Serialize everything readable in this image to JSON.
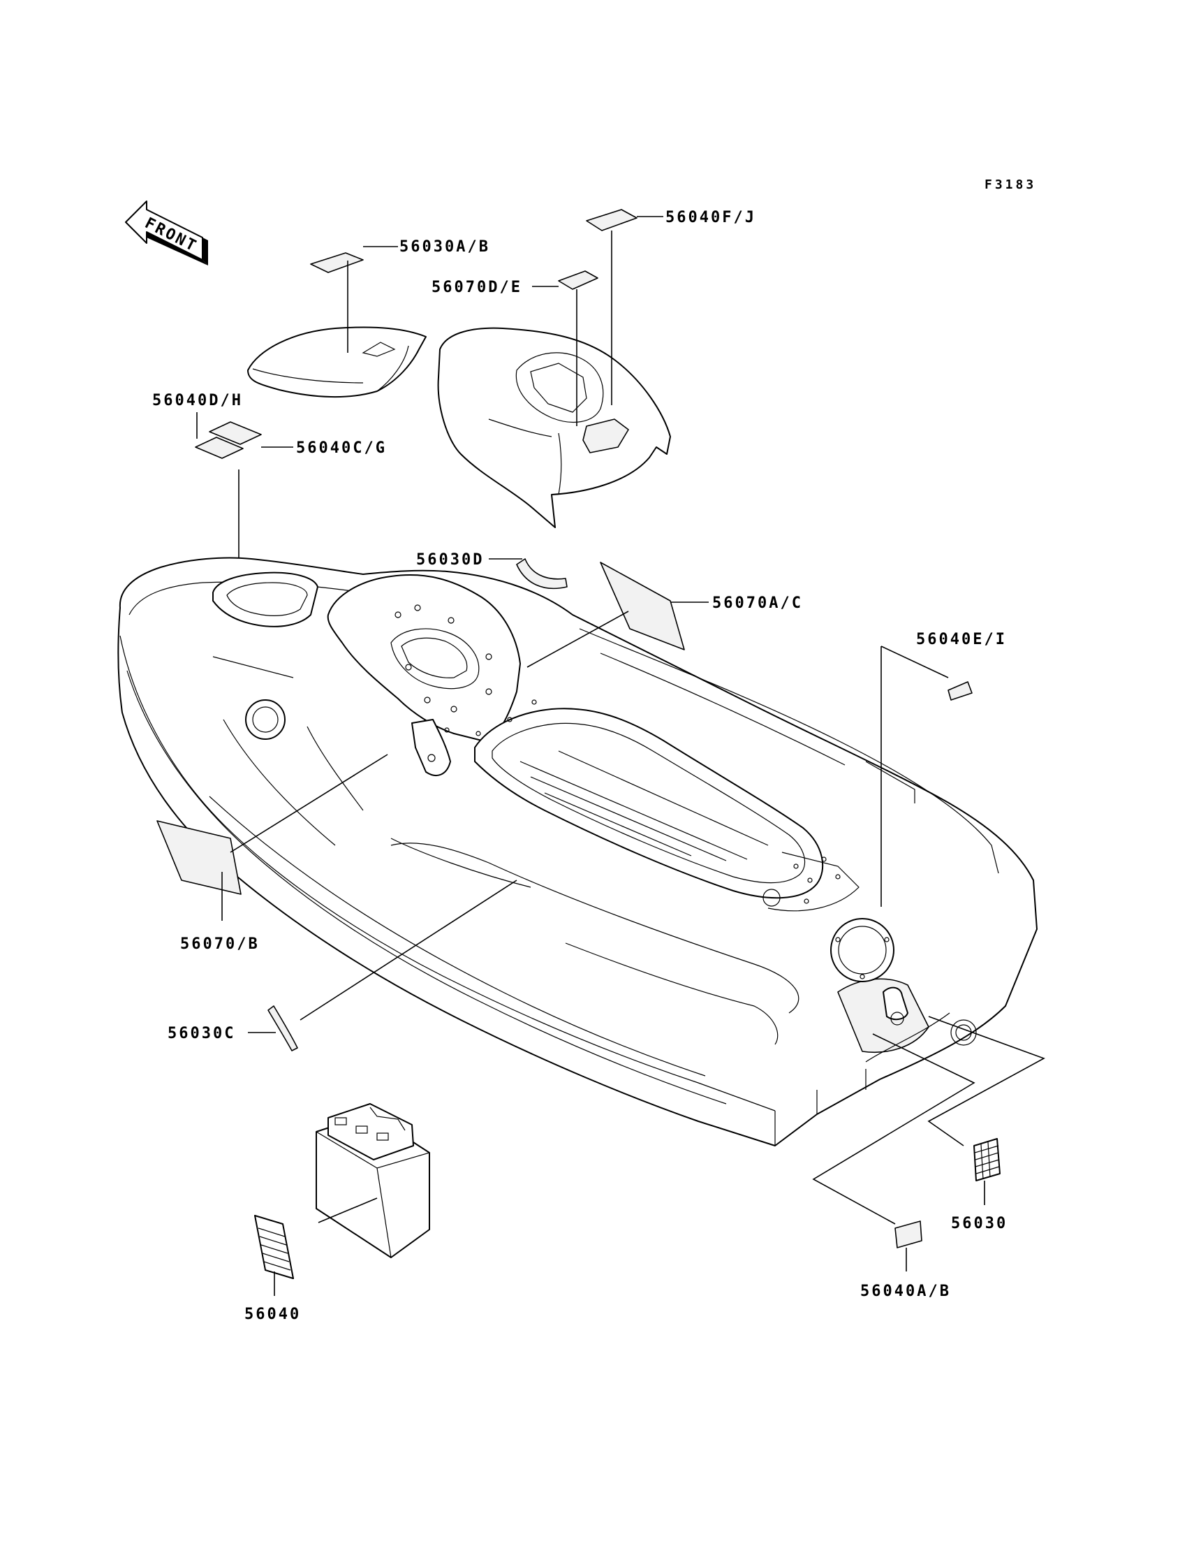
{
  "figure_code": "F3183",
  "front_arrow_text": "FRONT",
  "callouts": {
    "c_56040FJ": "56040F/J",
    "c_56030AB": "56030A/B",
    "c_56070DE": "56070D/E",
    "c_56040DH": "56040D/H",
    "c_56040CG": "56040C/G",
    "c_56030D": "56030D",
    "c_56070AC": "56070A/C",
    "c_56040EI": "56040E/I",
    "c_56070B": "56070/B",
    "c_56030C": "56030C",
    "c_56030": "56030",
    "c_56040AB": "56040A/B",
    "c_56040": "56040"
  },
  "colors": {
    "line": "#000000",
    "background": "#ffffff"
  }
}
